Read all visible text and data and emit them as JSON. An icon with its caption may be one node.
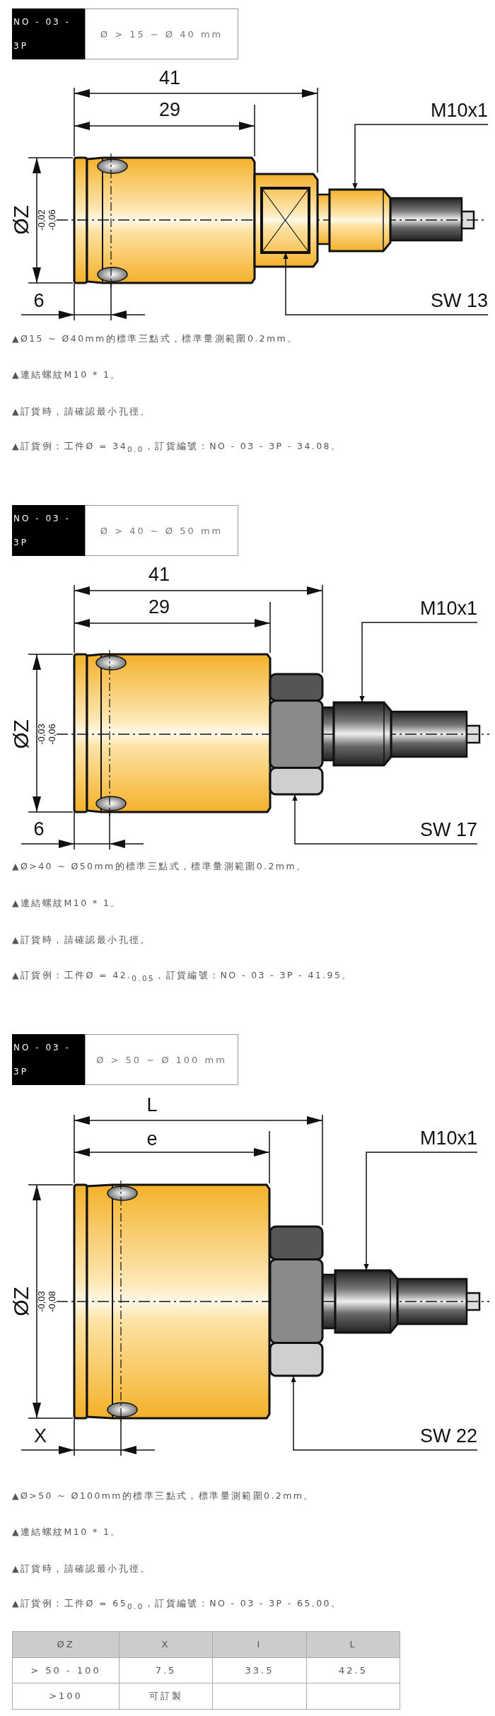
{
  "diagram": {
    "nodes": [
      {
        "text": [
          "NO - 03 - 3P"
        ]
      },
      {
        "text": [
          "Ø > 15 ~ Ø 40 mm"
        ]
      },
      {
        "text": [
          "M10x1"
        ]
      },
      {
        "text": [],
        "shape": "box"
      },
      {
        "text": [
          "SW 13"
        ]
      },
      {
        "text": [],
        "shape": "box"
      },
      {
        "text": [
          "NO - 03 - 3P"
        ]
      },
      {
        "text": [
          "Ø > 40 ~ Ø 50 mm"
        ]
      },
      {
        "text": [
          "M10x1"
        ]
      },
      {
        "text": [],
        "shape": "box"
      },
      {
        "text": [
          "SW 17"
        ]
      },
      {
        "text": [],
        "shape": "box"
      },
      {
        "text": [
          "NO - 03 - 3P"
        ]
      },
      {
        "text": [
          "Ø > 50 ~ Ø 100 mm"
        ]
      },
      {
        "text": [
          "M10x1"
        ]
      },
      {
        "text": [],
        "shape": "box"
      },
      {
        "text": [
          "SW 22"
        ]
      },
      {
        "text": [],
        "shape": "box"
      }
    ],
    "edges": [
      {
        "from": 2,
        "to": 3,
        "arrow": "to"
      },
      {
        "from": 4,
        "to": 5,
        "arrow": "to"
      },
      {
        "from": 8,
        "to": 9,
        "arrow": "to"
      },
      {
        "from": 10,
        "to": 11,
        "arrow": "to"
      },
      {
        "from": 14,
        "to": 15,
        "arrow": "to"
      },
      {
        "from": 16,
        "to": 17,
        "arrow": "to"
      }
    ],
    "labels": [
      "41",
      "29",
      "ØZ",
      "-0,02",
      "-0,06",
      "6",
      "▲Ø15 ~ Ø40mm的標準三點式，標準量測範圍0.2mm。",
      "▲連結螺紋M10 * 1。",
      "▲訂貨時，請確認最小孔徑。",
      "▲訂貨例：工件Ø = 34$_{0.0}$，訂貨編號：NO - 03 - 3P - 34.08。",
      "41",
      "29",
      "ØZ",
      "-0,03",
      "-0,06",
      "6",
      "▲Ø>40 ~ Ø50mm的標準三點式，標準量測範圍0.2mm。",
      "▲連結螺紋M10 * 1。",
      "▲訂貨時，請確認最小孔徑。",
      "▲訂貨例：工件Ø = 42.$_{0.05}$，訂貨編號：NO - 03 - 3P - 41.95。",
      "L",
      "e",
      "ØZ",
      "-0,03",
      "-0,08",
      "X",
      "▲Ø>50 ~ Ø100mm的標準三點式，標準量測範圍0.2mm。",
      "▲連結螺紋M10 * 1。",
      "▲訂貨時，請確認最小孔徑。",
      "▲訂貨例：工件Ø = 65$_{0.0}$，訂貨編號：NO - 03 - 3P - 65.00。",
      "ØZ",
      "X",
      "I",
      "L",
      "> 50 - 100",
      "7.5",
      "33.5",
      "42.5",
      ">100",
      "可訂製"
    ]
  }
}
